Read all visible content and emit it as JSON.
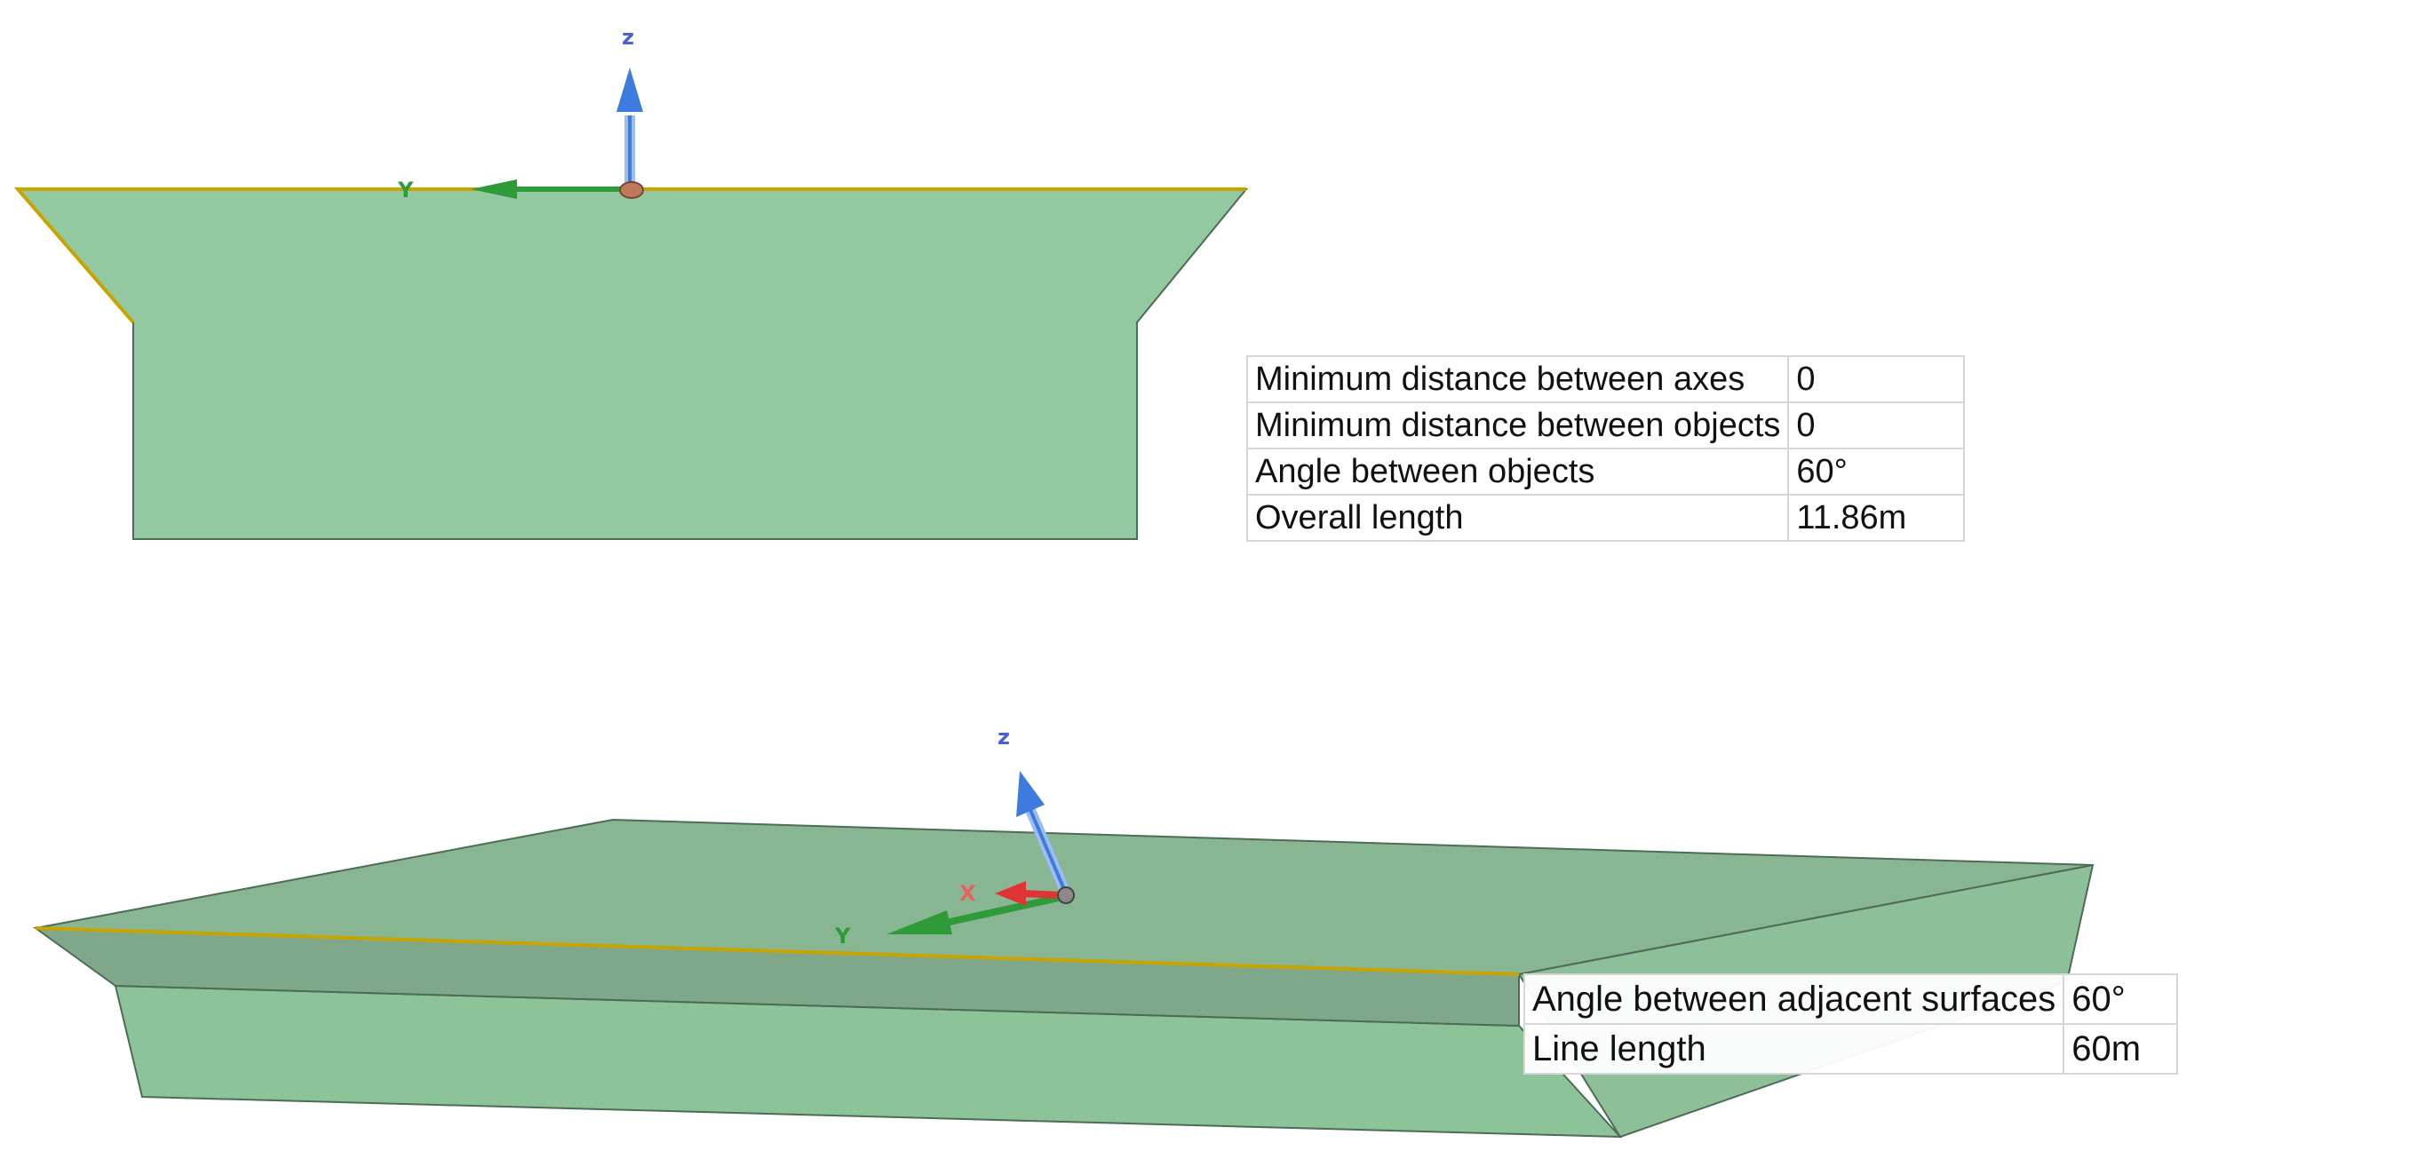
{
  "views": {
    "front": {
      "axes": {
        "z_label": "z",
        "y_label": "Y"
      }
    },
    "perspective": {
      "axes": {
        "z_label": "z",
        "y_label": "Y",
        "x_label": "X"
      }
    }
  },
  "measurements_top": [
    {
      "label": "Minimum distance between axes",
      "value": "0"
    },
    {
      "label": "Minimum distance between objects",
      "value": "0"
    },
    {
      "label": "Angle between objects",
      "value": "60°"
    },
    {
      "label": "Overall length",
      "value": "11.86m"
    }
  ],
  "measurements_bottom": [
    {
      "label": "Angle between adjacent surfaces",
      "value": "60°"
    },
    {
      "label": "Line length",
      "value": "60m"
    }
  ],
  "colors": {
    "solid_fill": "#93c9a0",
    "solid_edge": "#4e6b55",
    "highlight_edge": "#c8a400",
    "z_axis": "#3d7be0",
    "y_axis": "#2f9a38",
    "x_axis": "#e03434",
    "origin": "#c0785a"
  }
}
